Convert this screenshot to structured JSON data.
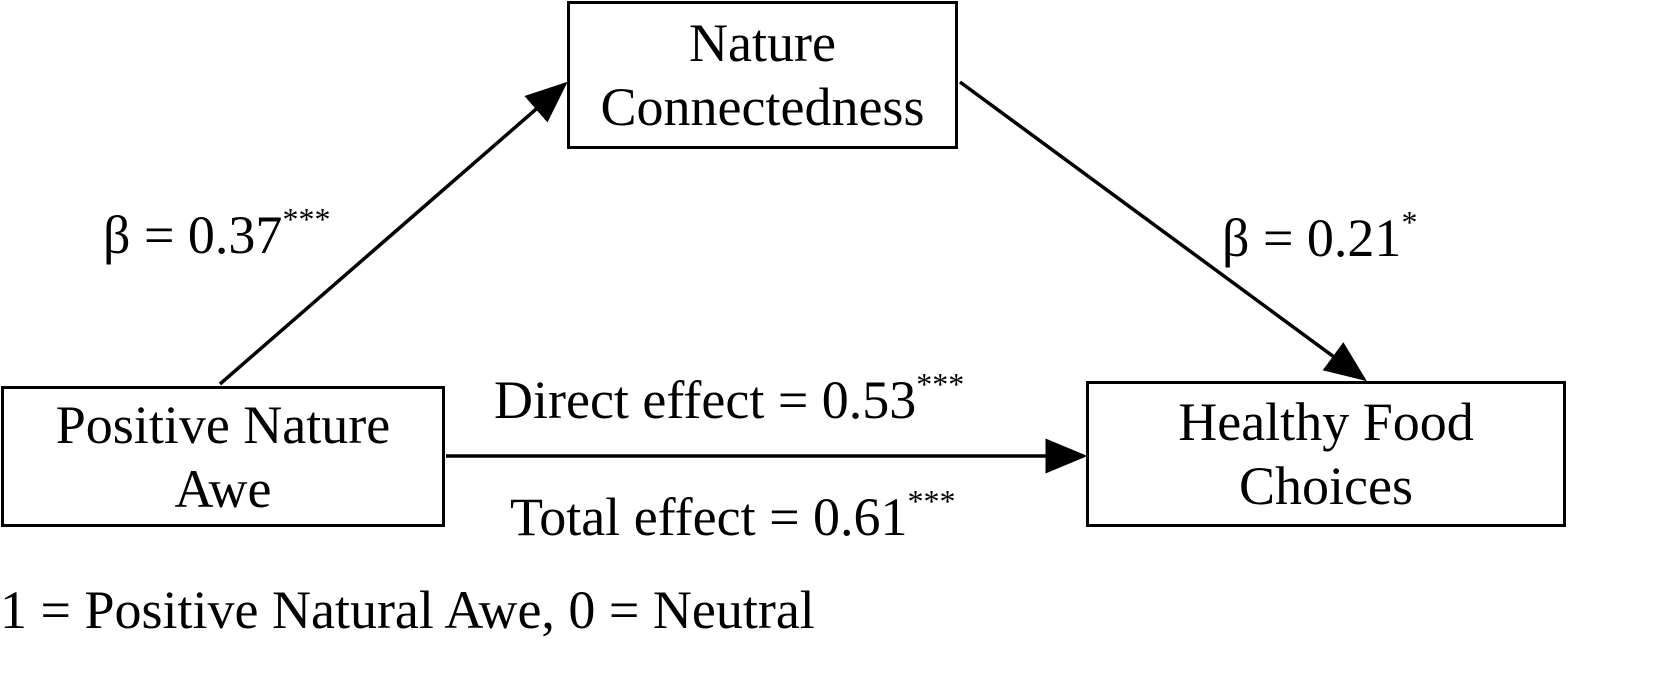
{
  "nodes": {
    "mediator": {
      "lines": [
        "Nature",
        "Connectedness"
      ]
    },
    "predictor": {
      "lines": [
        "Positive Nature",
        "Awe"
      ]
    },
    "outcome": {
      "lines": [
        "Healthy Food",
        "Choices"
      ]
    }
  },
  "paths": {
    "a": {
      "text": "β = 0.37",
      "sig": "***"
    },
    "b": {
      "text": "β = 0.21",
      "sig": "*"
    },
    "direct": {
      "text": "Direct effect = 0.53",
      "sig": "***"
    },
    "total": {
      "text": "Total effect = 0.61",
      "sig": "***"
    }
  },
  "note": "1 = Positive Natural Awe, 0 = Neutral"
}
